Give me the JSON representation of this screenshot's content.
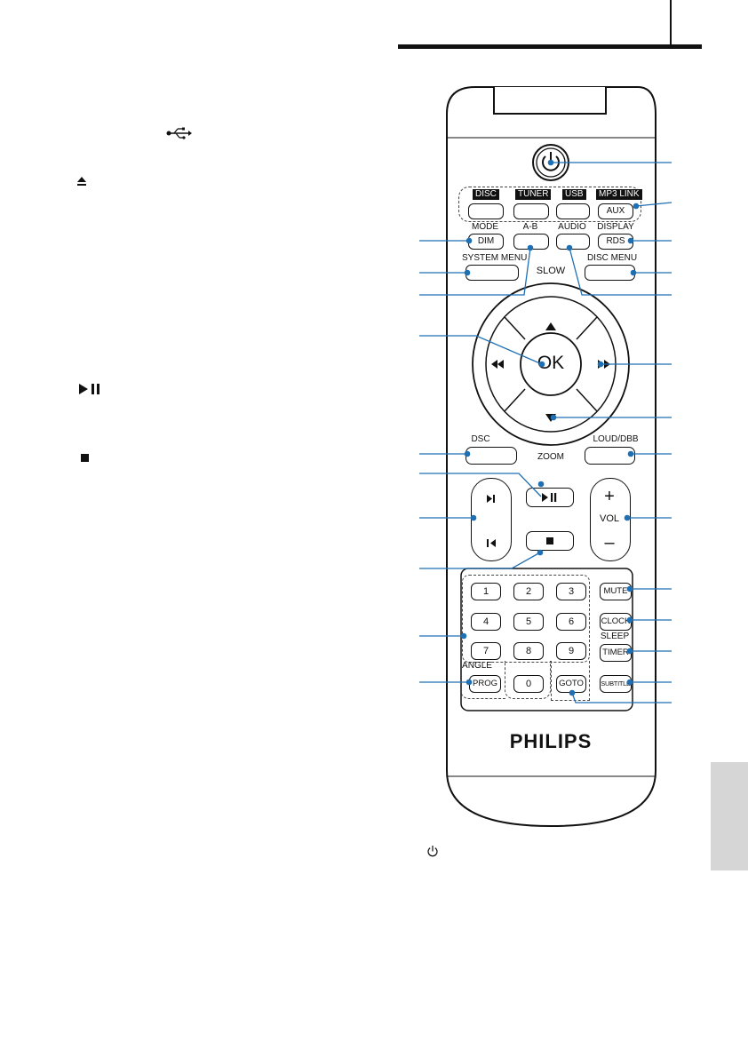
{
  "remote": {
    "brand": "PHILIPS",
    "source_buttons": {
      "disc": "DISC",
      "tuner": "TUNER",
      "usb": "USB",
      "mp3_link": "MP3 LINK",
      "aux": "AUX"
    },
    "labels": {
      "mode": "MODE",
      "dim": "DIM",
      "ab": "A-B",
      "audio": "AUDIO",
      "display": "DISPLAY",
      "rds": "RDS",
      "system_menu": "SYSTEM MENU",
      "disc_menu": "DISC MENU",
      "slow": "SLOW",
      "ok": "OK",
      "dsc": "DSC",
      "zoom": "ZOOM",
      "loud_dbb": "LOUD/DBB",
      "vol": "VOL",
      "vol_plus": "+",
      "vol_minus": "–",
      "mute": "MUTE",
      "clock": "CLOCK",
      "sleep": "SLEEP",
      "timer": "TIMER",
      "angle": "ANGLE",
      "prog": "PROG",
      "goto": "GOTO",
      "subtitle": "SUBTITLE"
    },
    "digits": [
      "1",
      "2",
      "3",
      "4",
      "5",
      "6",
      "7",
      "8",
      "9",
      "0"
    ]
  },
  "left_icons": {
    "usb": "usb-icon",
    "eject": "eject-icon",
    "play_pause": "play-pause-icon",
    "stop": "stop-icon"
  },
  "footer_icon": "power-icon",
  "colors": {
    "callout": "#1f6fb3",
    "accent_bg": "#d6d6d6"
  }
}
